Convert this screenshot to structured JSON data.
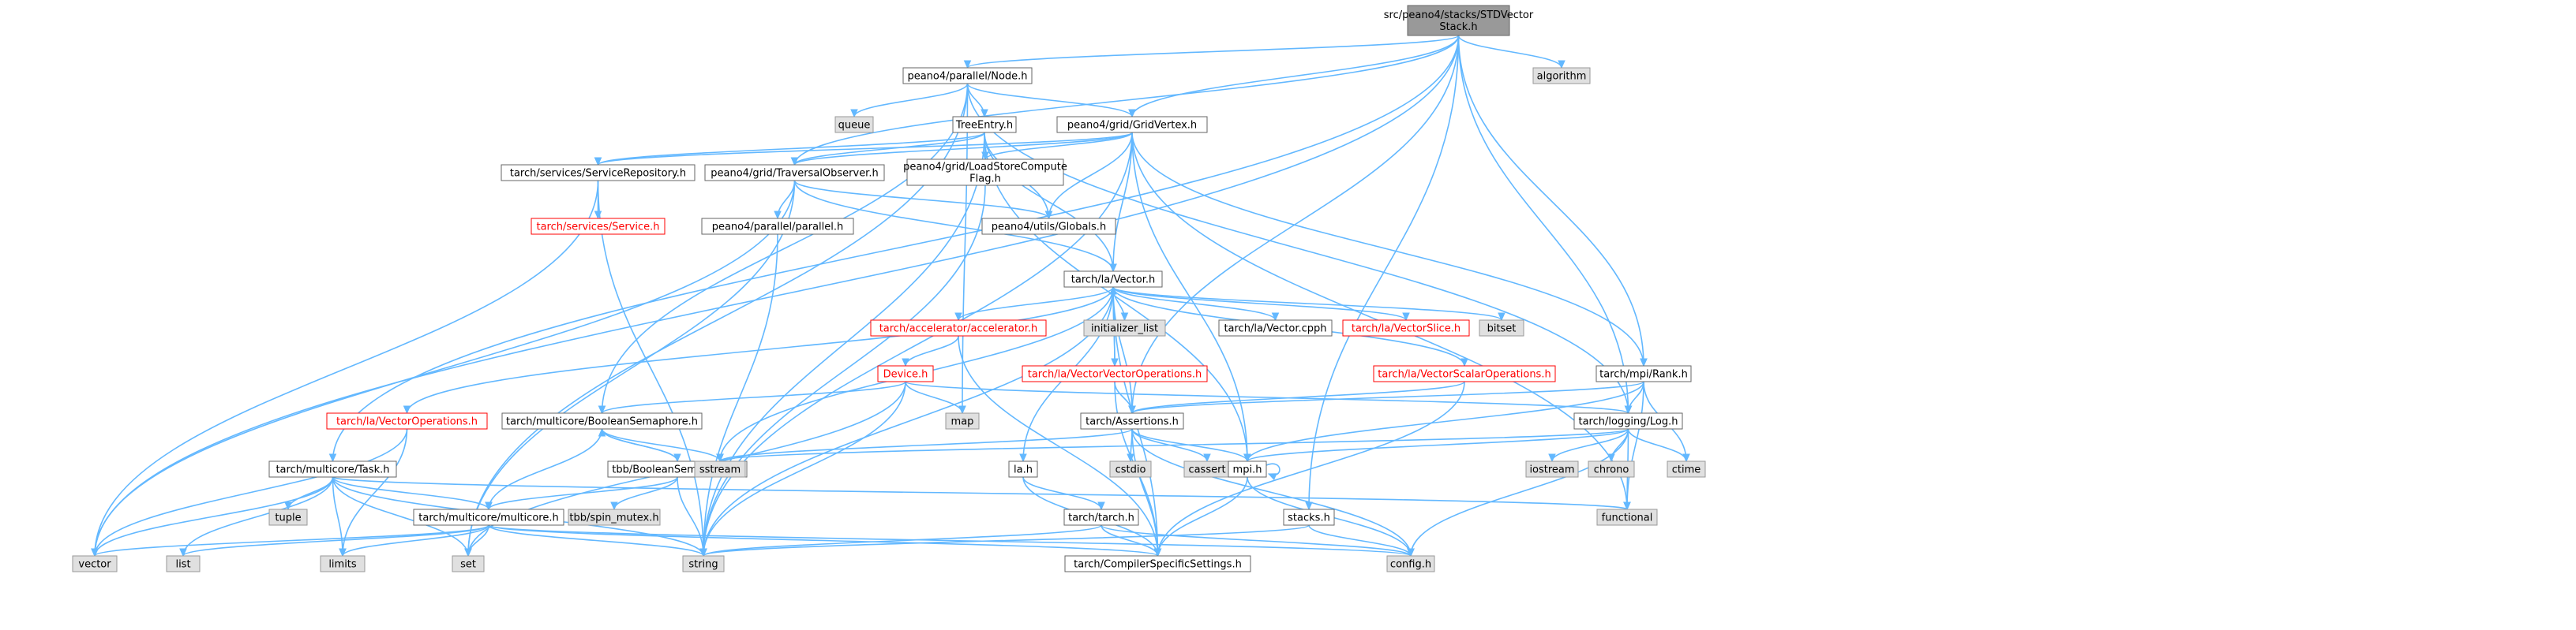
{
  "graph": {
    "nodes": [
      {
        "id": "root",
        "kind": "root",
        "lines": [
          "src/peano4/stacks/STDVector",
          "Stack.h"
        ]
      },
      {
        "id": "node-h",
        "kind": "normal",
        "lines": [
          "peano4/parallel/Node.h"
        ]
      },
      {
        "id": "algorithm",
        "kind": "ext",
        "lines": [
          "algorithm"
        ]
      },
      {
        "id": "queue",
        "kind": "ext",
        "lines": [
          "queue"
        ]
      },
      {
        "id": "treeentry",
        "kind": "normal",
        "lines": [
          "TreeEntry.h"
        ]
      },
      {
        "id": "gridvertex",
        "kind": "normal",
        "lines": [
          "peano4/grid/GridVertex.h"
        ]
      },
      {
        "id": "servicerepo",
        "kind": "normal",
        "lines": [
          "tarch/services/ServiceRepository.h"
        ]
      },
      {
        "id": "traversalobs",
        "kind": "normal",
        "lines": [
          "peano4/grid/TraversalObserver.h"
        ]
      },
      {
        "id": "loadstore",
        "kind": "normal",
        "lines": [
          "peano4/grid/LoadStoreCompute",
          "Flag.h"
        ]
      },
      {
        "id": "service",
        "kind": "red",
        "lines": [
          "tarch/services/Service.h"
        ]
      },
      {
        "id": "parallel",
        "kind": "normal",
        "lines": [
          "peano4/parallel/parallel.h"
        ]
      },
      {
        "id": "globals",
        "kind": "normal",
        "lines": [
          "peano4/utils/Globals.h"
        ]
      },
      {
        "id": "vector-h",
        "kind": "normal",
        "lines": [
          "tarch/la/Vector.h"
        ]
      },
      {
        "id": "accel",
        "kind": "red",
        "lines": [
          "tarch/accelerator/accelerator.h"
        ]
      },
      {
        "id": "initlist",
        "kind": "ext",
        "lines": [
          "initializer_list"
        ]
      },
      {
        "id": "vectorcpph",
        "kind": "normal",
        "lines": [
          "tarch/la/Vector.cpph"
        ]
      },
      {
        "id": "vectorslice",
        "kind": "red",
        "lines": [
          "tarch/la/VectorSlice.h"
        ]
      },
      {
        "id": "bitset",
        "kind": "ext",
        "lines": [
          "bitset"
        ]
      },
      {
        "id": "device",
        "kind": "red",
        "lines": [
          "Device.h"
        ]
      },
      {
        "id": "vvops",
        "kind": "red",
        "lines": [
          "tarch/la/VectorVectorOperations.h"
        ]
      },
      {
        "id": "vsops",
        "kind": "red",
        "lines": [
          "tarch/la/VectorScalarOperations.h"
        ]
      },
      {
        "id": "rank",
        "kind": "normal",
        "lines": [
          "tarch/mpi/Rank.h"
        ]
      },
      {
        "id": "vecops",
        "kind": "red",
        "lines": [
          "tarch/la/VectorOperations.h"
        ]
      },
      {
        "id": "boolsem",
        "kind": "normal",
        "lines": [
          "tarch/multicore/BooleanSemaphore.h"
        ]
      },
      {
        "id": "map",
        "kind": "ext",
        "lines": [
          "map"
        ]
      },
      {
        "id": "assertions",
        "kind": "normal",
        "lines": [
          "tarch/Assertions.h"
        ]
      },
      {
        "id": "log",
        "kind": "normal",
        "lines": [
          "tarch/logging/Log.h"
        ]
      },
      {
        "id": "task",
        "kind": "normal",
        "lines": [
          "tarch/multicore/Task.h"
        ]
      },
      {
        "id": "tbbsem",
        "kind": "normal",
        "lines": [
          "tbb/BooleanSemaphore.h"
        ]
      },
      {
        "id": "sstream",
        "kind": "ext",
        "lines": [
          "sstream"
        ]
      },
      {
        "id": "la-h",
        "kind": "normal",
        "lines": [
          "la.h"
        ]
      },
      {
        "id": "cstdio",
        "kind": "ext",
        "lines": [
          "cstdio"
        ]
      },
      {
        "id": "cassert",
        "kind": "ext",
        "lines": [
          "cassert"
        ]
      },
      {
        "id": "mpi",
        "kind": "normal",
        "lines": [
          "mpi.h"
        ]
      },
      {
        "id": "iostream",
        "kind": "ext",
        "lines": [
          "iostream"
        ]
      },
      {
        "id": "chrono",
        "kind": "ext",
        "lines": [
          "chrono"
        ]
      },
      {
        "id": "ctime",
        "kind": "ext",
        "lines": [
          "ctime"
        ]
      },
      {
        "id": "tuple",
        "kind": "ext",
        "lines": [
          "tuple"
        ]
      },
      {
        "id": "multicore",
        "kind": "normal",
        "lines": [
          "tarch/multicore/multicore.h"
        ]
      },
      {
        "id": "spinmutex",
        "kind": "ext",
        "lines": [
          "tbb/spin_mutex.h"
        ]
      },
      {
        "id": "tarchh",
        "kind": "normal",
        "lines": [
          "tarch/tarch.h"
        ]
      },
      {
        "id": "stacks",
        "kind": "normal",
        "lines": [
          "stacks.h"
        ]
      },
      {
        "id": "functional",
        "kind": "ext",
        "lines": [
          "functional"
        ]
      },
      {
        "id": "vector",
        "kind": "ext",
        "lines": [
          "vector"
        ]
      },
      {
        "id": "list",
        "kind": "ext",
        "lines": [
          "list"
        ]
      },
      {
        "id": "limits",
        "kind": "ext",
        "lines": [
          "limits"
        ]
      },
      {
        "id": "set",
        "kind": "ext",
        "lines": [
          "set"
        ]
      },
      {
        "id": "string",
        "kind": "ext",
        "lines": [
          "string"
        ]
      },
      {
        "id": "compiler",
        "kind": "normal",
        "lines": [
          "tarch/CompilerSpecificSettings.h"
        ]
      },
      {
        "id": "config",
        "kind": "ext",
        "lines": [
          "config.h"
        ]
      }
    ]
  },
  "colors": {
    "edge": "#63b8ff",
    "root_fill": "#999999",
    "external_fill": "#e0e0e0",
    "red_text": "#ff0000"
  }
}
